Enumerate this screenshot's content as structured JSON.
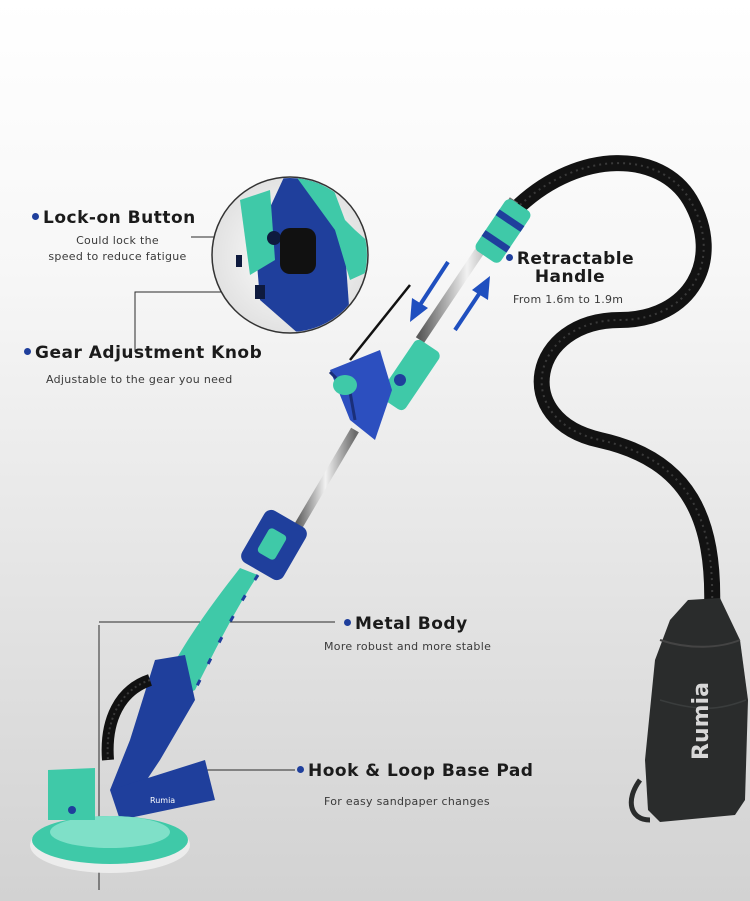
{
  "colors": {
    "accent_blue": "#1f3f9c",
    "teal": "#3fc9a8",
    "bag_dark": "#2a2c2c",
    "text_dark": "#1b1b1b"
  },
  "callouts": {
    "lock_on": {
      "title": "Lock-on Button",
      "line1": "Could lock the",
      "line2": "speed to reduce fatigue"
    },
    "gear": {
      "title": "Gear Adjustment Knob",
      "desc": "Adjustable to the gear you need"
    },
    "retractable": {
      "title_line1": "Retractable",
      "title_line2": "Handle",
      "desc": "From 1.6m to 1.9m"
    },
    "metal_body": {
      "title": "Metal Body",
      "desc": "More robust and more stable"
    },
    "base_pad": {
      "title": "Hook & Loop Base Pad",
      "desc": "For easy sandpaper changes"
    }
  },
  "brand": {
    "bag_logo": "Rumia",
    "head_logo": "Rumia"
  },
  "icons": [
    "arrow-down-icon",
    "arrow-up-icon",
    "bullet-dot-icon"
  ]
}
